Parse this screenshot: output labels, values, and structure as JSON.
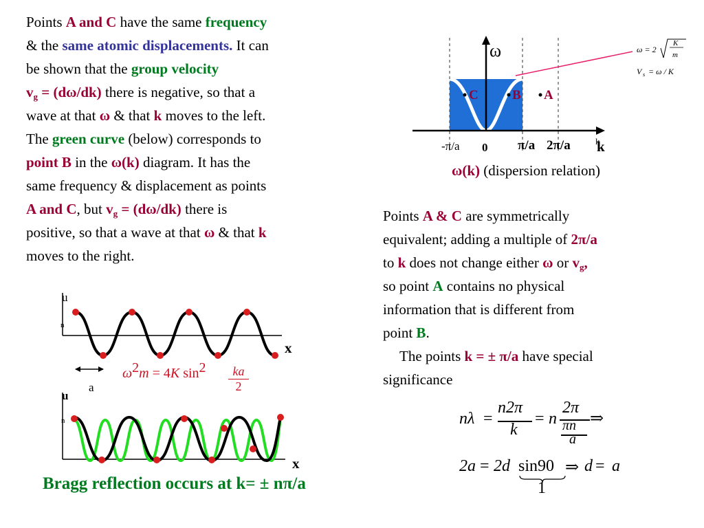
{
  "left_text": {
    "l1a": "Points ",
    "l1b": "A and C",
    "l1c": " have the same ",
    "l1d": "frequency",
    "l2a": "& the ",
    "l2b": "same atomic displacements.",
    "l2c": " It can",
    "l3a": "be shown that the ",
    "l3b": "group velocity",
    "l4a": "v",
    "l4b": "g",
    "l4c": " = (dω/dk)",
    "l4d": " there is negative, so that a",
    "l5a": "wave at that ",
    "l5b": "ω",
    "l5c": " & that ",
    "l5d": "k",
    "l5e": " moves to the left.",
    "l6a": "The ",
    "l6b": "green curve",
    "l6c": " (below) corresponds to",
    "l7a": "point B",
    "l7b": " in the ",
    "l7c": "ω(k)",
    "l7d": " diagram. It has the",
    "l8": "same frequency & displacement as points",
    "l9a": "A and C",
    "l9b": ", but ",
    "l9c": "v",
    "l9d": "g",
    "l9e": " = (dω/dk)",
    "l9f": " there is",
    "l10a": "positive, so that a wave at that ",
    "l10b": "ω",
    "l10c": " & that ",
    "l10d": "k",
    "l11": "moves to the right."
  },
  "dispersion": {
    "omega_label": "ω",
    "k_axis_label": "k",
    "k_small": "k",
    "tick_neg": "-π/a",
    "tick_zero": "0",
    "tick_pi": "π/a",
    "tick_2pi": "2π/a",
    "point_c": "C",
    "point_b": "B",
    "point_a": "A",
    "formula_omega": "ω = 2",
    "formula_k": "K",
    "formula_m": "m",
    "formula_v": "V",
    "formula_v_sub": "s",
    "formula_v_rhs": "= ω / K",
    "caption_a": "ω(k)",
    "caption_b": " (dispersion relation)",
    "colors": {
      "fill": "#1f6fd6",
      "curve": "#ffffff",
      "maroon": "#990033",
      "pink": "#e8206a"
    }
  },
  "right_text": {
    "r1a": "Points ",
    "r1b": "A & C",
    "r1c": " are symmetrically",
    "r2a": "equivalent; adding a multiple of ",
    "r2b": "2π/a",
    "r3a": "to ",
    "r3b": "k",
    "r3c": " does not change either ",
    "r3d": "ω",
    "r3e": " or ",
    "r3f": "v",
    "r3g": "g",
    "r3h": ",",
    "r4a": "so point ",
    "r4b": "A",
    "r4c": " contains no physical",
    "r5": "information that is different from",
    "r6a": "point ",
    "r6b": "B",
    "r6c": ".",
    "r7a": "The points ",
    "r7b": "k = ± π/a",
    "r7c": " have special",
    "r8": "significance"
  },
  "waves": {
    "u_label": "u",
    "n_label": "n",
    "x_label": "x",
    "a_label": "a",
    "colors": {
      "black": "#000000",
      "green": "#22dd22",
      "dot": "#d81e1e"
    }
  },
  "middle_eq": {
    "omega": "ω",
    "sq": "2",
    "m": "m",
    "eq": " = ",
    "four": "4",
    "K": "K",
    "sin": " sin",
    "sq2": "2",
    "ka": "ka",
    "two": "2"
  },
  "bragg": {
    "eq1": {
      "lhs": "nλ",
      "eqa": "=",
      "num1": "n2π",
      "den1": "k",
      "eqb": "=",
      "n": "n",
      "num2": "2π",
      "den2a": "πn",
      "den2b": "a",
      "arrow": "⇒"
    },
    "eq2": {
      "lhs": "2a",
      "eqa": "=",
      "mid": "2d",
      "sin": "sin90",
      "brace": "1",
      "arrow": "⇒",
      "rhs": "d",
      "eqb": "=",
      "a": "a"
    }
  },
  "footer": {
    "text": "Bragg reflection occurs at k= ± nπ/a"
  }
}
